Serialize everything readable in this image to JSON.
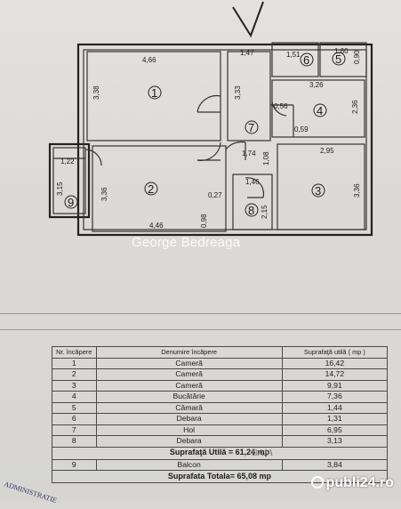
{
  "plan": {
    "dimensions": {
      "r1_width": "4,66",
      "r1_height": "3,38",
      "r2_height": "3,36",
      "r2_width": "4,46",
      "r2_stub": "0,27",
      "r2_small": "0,98",
      "r3_width": "2,95",
      "r3_height": "3,36",
      "r4_width": "3,26",
      "r4_height": "2,36",
      "r5_width": "1,60",
      "r5_height": "0,90",
      "r6_width": "1,51",
      "r7_a": "0,56",
      "r7_b": "0,59",
      "r7_height": "3,33",
      "r8_width": "1,46",
      "r8_height": "2,15",
      "hall_a": "1,74",
      "hall_b": "1,08",
      "r9_width": "1,22",
      "r9_height": "3,15",
      "door_top": "1,47"
    },
    "room_labels": [
      "1",
      "2",
      "3",
      "4",
      "5",
      "6",
      "7",
      "8",
      "9"
    ],
    "watermark": "George Bedreaga"
  },
  "table": {
    "headers": [
      "Nr. încăpere",
      "Denumire încăpere",
      "Suprafaţă utilă ( mp )"
    ],
    "rows": [
      {
        "nr": "1",
        "name": "Cameră",
        "area": "16,42"
      },
      {
        "nr": "2",
        "name": "Cameră",
        "area": "14,72"
      },
      {
        "nr": "3",
        "name": "Cameră",
        "area": "9,91"
      },
      {
        "nr": "4",
        "name": "Bucătărie",
        "area": "7,36"
      },
      {
        "nr": "5",
        "name": "Cămară",
        "area": "1,44"
      },
      {
        "nr": "6",
        "name": "Debara",
        "area": "1,31"
      },
      {
        "nr": "7",
        "name": "Hol",
        "area": "6,95"
      },
      {
        "nr": "8",
        "name": "Debara",
        "area": "3,13"
      }
    ],
    "useful_total": "Suprafaţă Utilă =  61,24 mp",
    "balcony": {
      "nr": "9",
      "name": "Balcon",
      "area": "3,84"
    },
    "grand_total": "Suprafata Totala=  65,08 mp"
  },
  "handwriting": "BAIA",
  "stamp_text": "ADMINISTRATIE",
  "brand": "publi24.ro"
}
